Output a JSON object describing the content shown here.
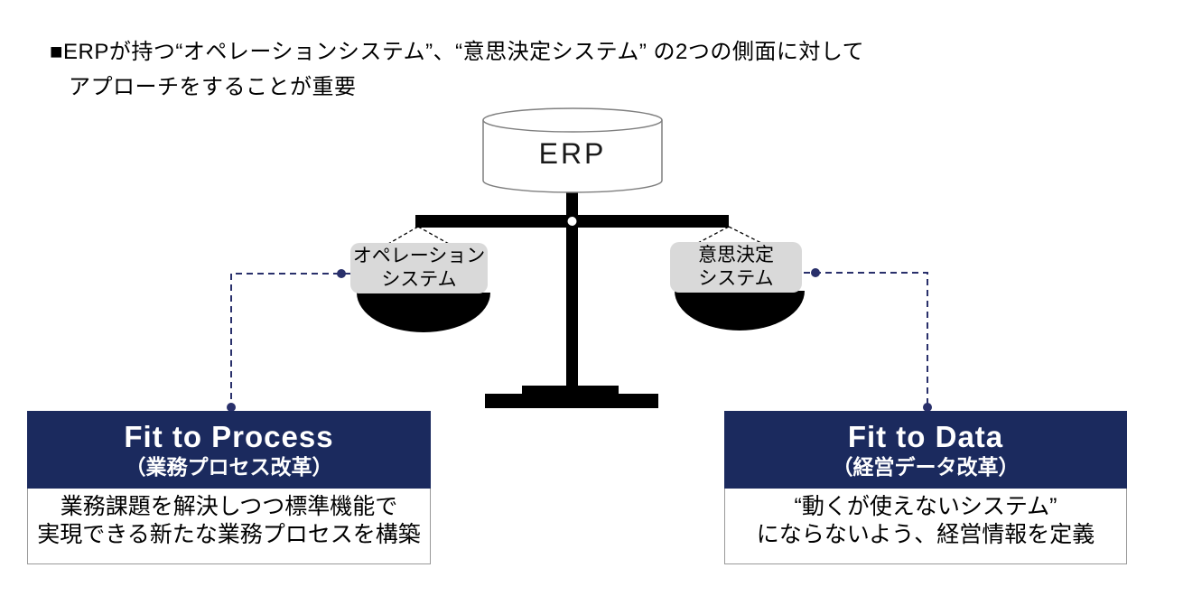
{
  "colors": {
    "navy": "#1b2a5e",
    "connector": "#29306b",
    "pan_label_bg": "#d9d9d9",
    "cylinder_stroke": "#7f7f7f",
    "body_border": "#999999",
    "scale_black": "#000000"
  },
  "heading": {
    "line1": "■ERPが持つ“オペレーションシステム”、“意思決定システム” の2つの側面に対して",
    "line2": "アプローチをすることが重要"
  },
  "scale": {
    "erp_label": "ERP",
    "left_pan": {
      "label": "オペレーション\nシステム"
    },
    "right_pan": {
      "label": "意思決定\nシステム"
    }
  },
  "left_box": {
    "title": "Fit to Process",
    "subtitle": "（業務プロセス改革）",
    "body": "業務課題を解決しつつ標準機能で\n実現できる新たな業務プロセスを構築"
  },
  "right_box": {
    "title": "Fit to Data",
    "subtitle": "（経営データ改革）",
    "body": "“動くが使えないシステム”\nにならないよう、経営情報を定義"
  }
}
